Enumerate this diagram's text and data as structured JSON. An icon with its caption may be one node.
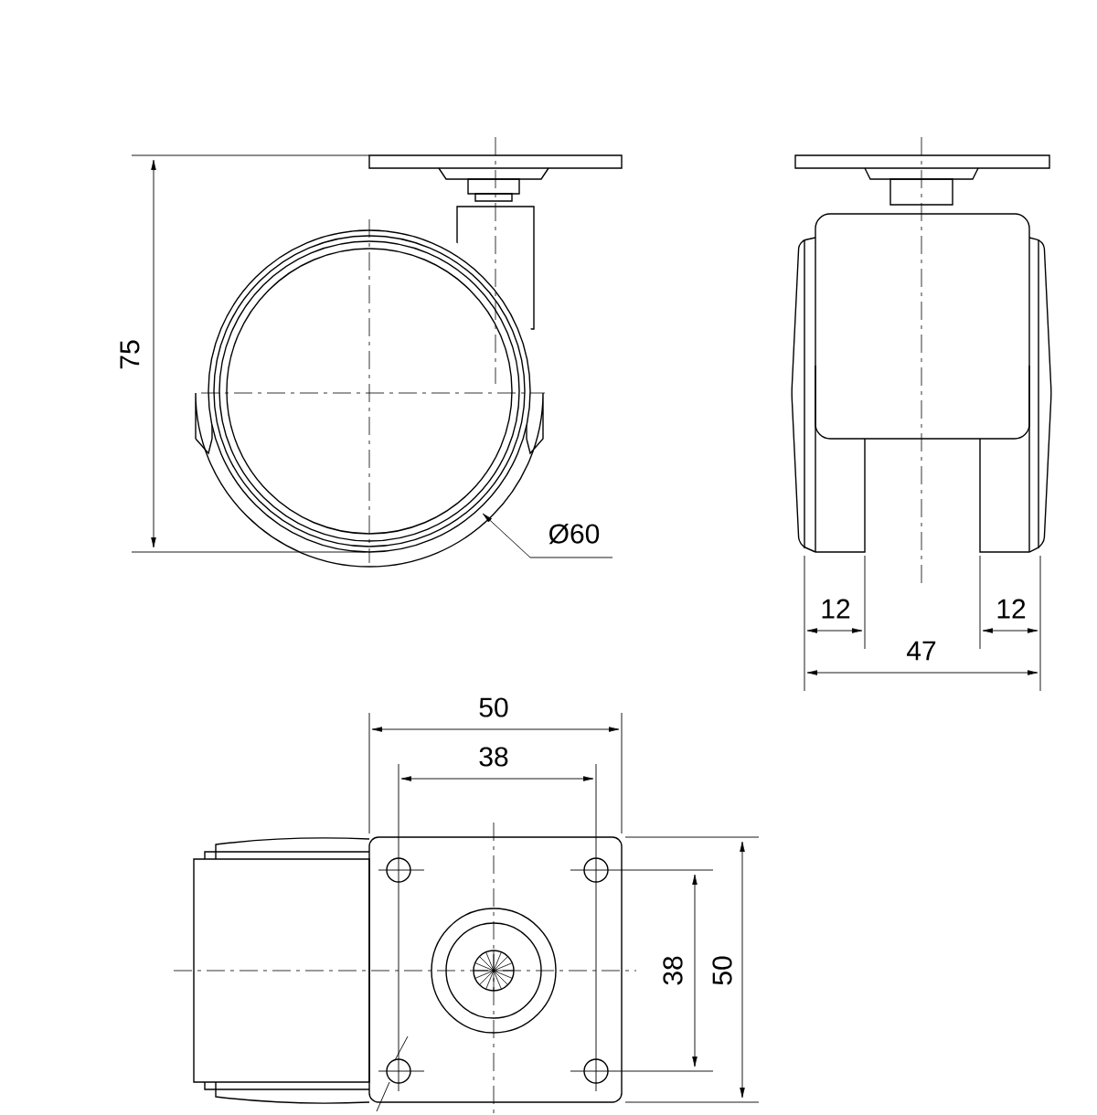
{
  "diagram": {
    "labels": [
      "75",
      "Ø60",
      "12",
      "12",
      "47",
      "50",
      "38",
      "38",
      "50"
    ]
  }
}
